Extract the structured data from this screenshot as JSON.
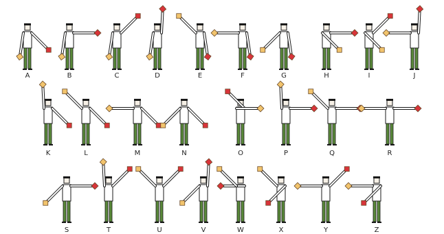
{
  "title": "",
  "colors": {
    "flag_red": "#d8343a",
    "flag_yellow": "#f2c46d",
    "flag_edge": "#6a4a2a",
    "trousers": "#5a8a3a",
    "shirt": "#ffffff",
    "outline": "#1a1a1a",
    "hair": "#1a1a1a",
    "skin": "#f6f0e6",
    "label": "#222222"
  },
  "signals": [
    {
      "letter": "A",
      "right_arm": "low-out",
      "left_arm": "down"
    },
    {
      "letter": "B",
      "right_arm": "side",
      "left_arm": "down"
    },
    {
      "letter": "C",
      "right_arm": "high-out",
      "left_arm": "down"
    },
    {
      "letter": "D",
      "right_arm": "up",
      "left_arm": "down"
    },
    {
      "letter": "E",
      "right_arm": "down",
      "left_arm": "high-out"
    },
    {
      "letter": "F",
      "right_arm": "down",
      "left_arm": "side"
    },
    {
      "letter": "G",
      "right_arm": "down",
      "left_arm": "low-out"
    },
    {
      "letter": "H",
      "right_arm": "side",
      "left_arm": "low-across"
    },
    {
      "letter": "I",
      "right_arm": "high-out",
      "left_arm": "low-across"
    },
    {
      "letter": "J",
      "right_arm": "up",
      "left_arm": "side"
    },
    {
      "letter": "K",
      "right_arm": "low-out",
      "left_arm": "up"
    },
    {
      "letter": "L",
      "right_arm": "low-out",
      "left_arm": "high-out"
    },
    {
      "letter": "M",
      "right_arm": "low-out",
      "left_arm": "side"
    },
    {
      "letter": "N",
      "right_arm": "low-out",
      "left_arm": "low-out"
    },
    {
      "letter": "O",
      "right_arm": "high-across",
      "left_arm": "side-across"
    },
    {
      "letter": "P",
      "right_arm": "side",
      "left_arm": "up"
    },
    {
      "letter": "Q",
      "right_arm": "side",
      "left_arm": "high-out"
    },
    {
      "letter": "R",
      "right_arm": "side",
      "left_arm": "side"
    },
    {
      "letter": "S",
      "right_arm": "side",
      "left_arm": "low-out"
    },
    {
      "letter": "T",
      "right_arm": "high-out",
      "left_arm": "up"
    },
    {
      "letter": "U",
      "right_arm": "high-out",
      "left_arm": "high-out"
    },
    {
      "letter": "V",
      "right_arm": "up",
      "left_arm": "low-out"
    },
    {
      "letter": "W",
      "right_arm": "side-across",
      "left_arm": "high-out"
    },
    {
      "letter": "X",
      "right_arm": "low-across",
      "left_arm": "high-out"
    },
    {
      "letter": "Y",
      "right_arm": "high-out",
      "left_arm": "side"
    },
    {
      "letter": "Z",
      "right_arm": "low-across",
      "left_arm": "side"
    }
  ]
}
